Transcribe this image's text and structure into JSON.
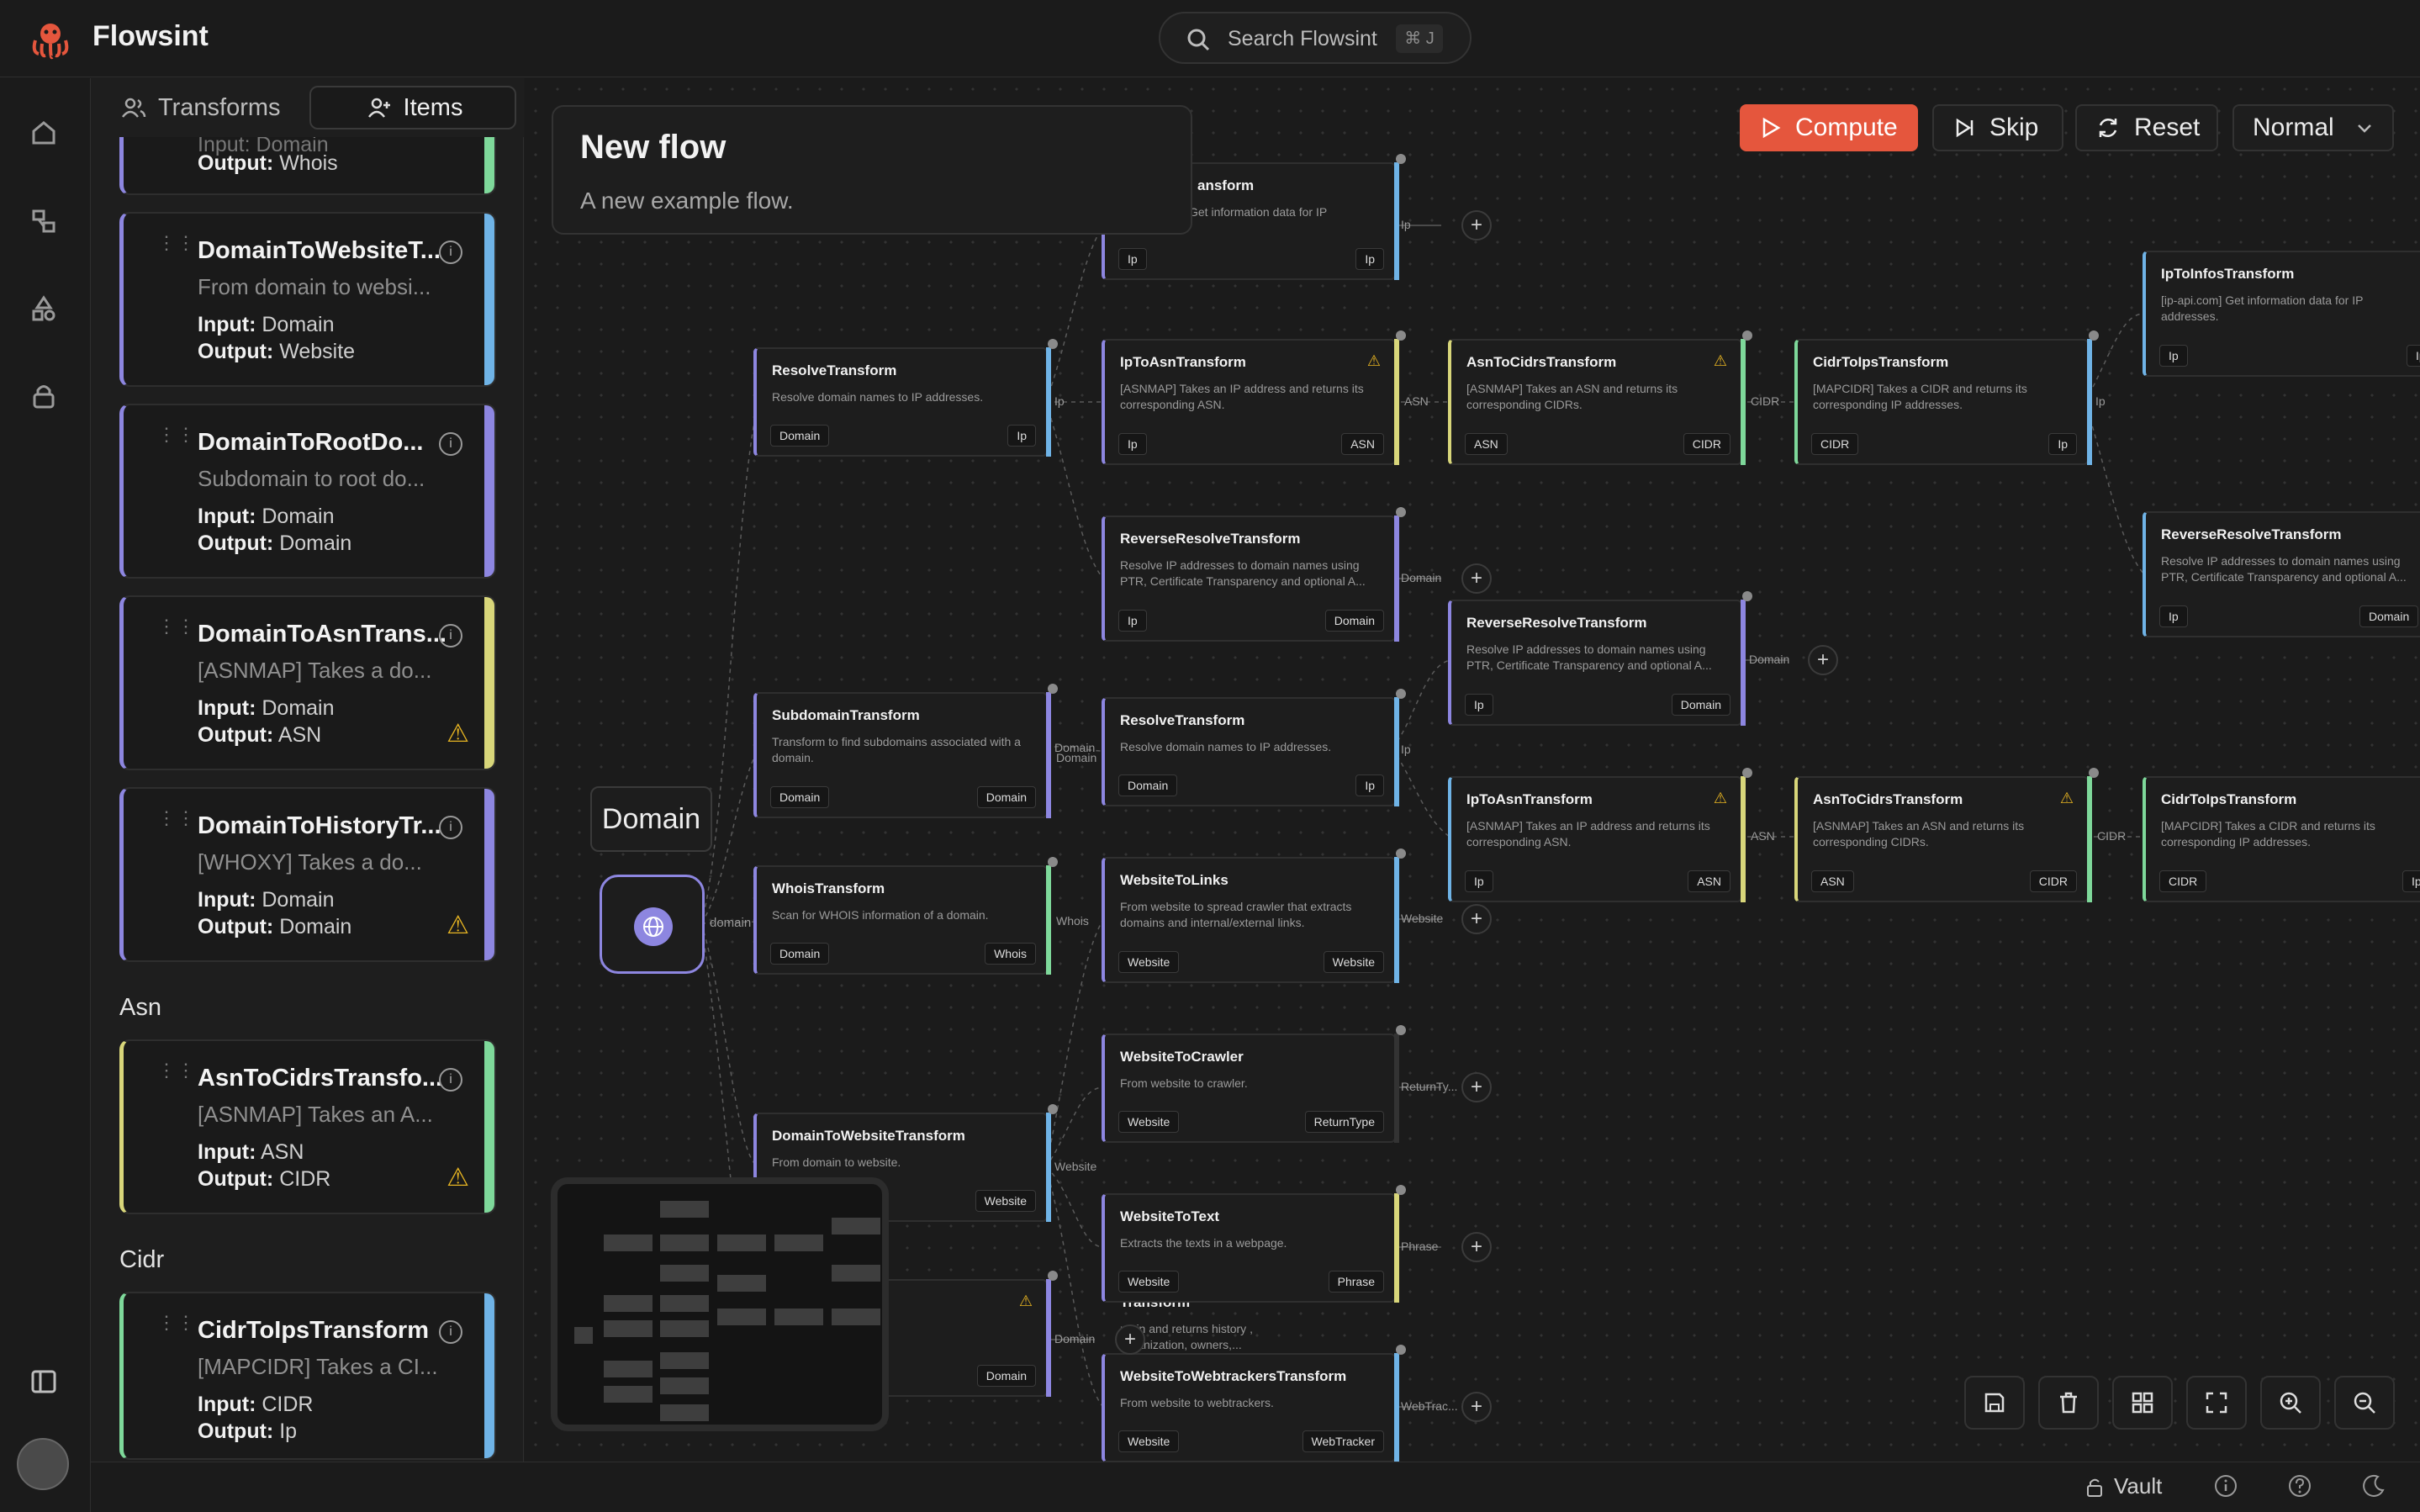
{
  "app": {
    "name": "Flowsint",
    "search_placeholder": "Search Flowsint",
    "shortcut": "⌘ J"
  },
  "sidebar": {
    "tabs": [
      {
        "label": "Transforms"
      },
      {
        "label": "Items"
      }
    ],
    "partial_card": {
      "input": "Input: Domain",
      "output_label": "Output:",
      "output": "Whois"
    },
    "cards": [
      {
        "title": "DomainToWebsiteT...",
        "desc": "From domain to websi...",
        "input": "Domain",
        "output": "Website",
        "warn": false
      },
      {
        "title": "DomainToRootDo...",
        "desc": "Subdomain to root do...",
        "input": "Domain",
        "output": "Domain",
        "warn": false
      },
      {
        "title": "DomainToAsnTrans...",
        "desc": "[ASNMAP] Takes a do...",
        "input": "Domain",
        "output": "ASN",
        "warn": true
      },
      {
        "title": "DomainToHistoryTr...",
        "desc": "[WHOXY] Takes a do...",
        "input": "Domain",
        "output": "Domain",
        "warn": true
      },
      {
        "title": "AsnToCidrsTransfo...",
        "desc": "[ASNMAP] Takes an A...",
        "input": "ASN",
        "output": "CIDR",
        "warn": true
      },
      {
        "title": "CidrToIpsTransform",
        "desc": "[MAPCIDR] Takes a CI...",
        "input": "CIDR",
        "output": "Ip",
        "warn": false
      }
    ],
    "sections": [
      "Asn",
      "Cidr"
    ],
    "input_label": "Input:",
    "output_label": "Output:"
  },
  "flow": {
    "title": "New flow",
    "description": "A new example flow."
  },
  "toolbar": {
    "compute": "Compute",
    "skip": "Skip",
    "reset": "Reset",
    "mode": "Normal"
  },
  "root_node": {
    "label": "Domain",
    "edge": "domain"
  },
  "nodes": [
    {
      "title": "ResolveTransform",
      "desc": "Resolve domain names to IP addresses.",
      "in": "Domain",
      "out": "Ip"
    },
    {
      "title": "SubdomainTransform",
      "desc": "Transform to find subdomains associated with a domain.",
      "in": "Domain",
      "out": "Domain"
    },
    {
      "title": "WhoisTransform",
      "desc": "Scan for WHOIS information of a domain.",
      "in": "Domain",
      "out": "Whois"
    },
    {
      "title": "DomainToWebsiteTransform",
      "desc": "From domain to website.",
      "in": "",
      "out": "Website"
    },
    {
      "title": "Transform",
      "desc": "main and returns history , organization, owners,...",
      "in": "",
      "out": "Domain"
    },
    {
      "title": "ansform",
      "desc": "Get information data for IP",
      "in": "Ip",
      "out": "Ip"
    },
    {
      "title": "IpToAsnTransform",
      "desc": "[ASNMAP] Takes an IP address and returns its corresponding ASN.",
      "in": "Ip",
      "out": "ASN"
    },
    {
      "title": "ReverseResolveTransform",
      "desc": "Resolve IP addresses to domain names using PTR, Certificate Transparency and optional A...",
      "in": "Ip",
      "out": "Domain"
    },
    {
      "title": "ResolveTransform",
      "desc": "Resolve domain names to IP addresses.",
      "in": "Domain",
      "out": "Ip"
    },
    {
      "title": "WebsiteToLinks",
      "desc": "From website to spread crawler that extracts domains and internal/external links.",
      "in": "Website",
      "out": "Website"
    },
    {
      "title": "WebsiteToCrawler",
      "desc": "From website to crawler.",
      "in": "Website",
      "out": "ReturnType"
    },
    {
      "title": "WebsiteToText",
      "desc": "Extracts the texts in a webpage.",
      "in": "Website",
      "out": "Phrase"
    },
    {
      "title": "WebsiteToWebtrackersTransform",
      "desc": "From website to webtrackers.",
      "in": "Website",
      "out": "WebTracker"
    },
    {
      "title": "AsnToCidrsTransform",
      "desc": "[ASNMAP] Takes an ASN and returns its corresponding CIDRs.",
      "in": "ASN",
      "out": "CIDR"
    },
    {
      "title": "ReverseResolveTransform",
      "desc": "Resolve IP addresses to domain names using PTR, Certificate Transparency and optional A...",
      "in": "Ip",
      "out": "Domain"
    },
    {
      "title": "IpToAsnTransform",
      "desc": "[ASNMAP] Takes an IP address and returns its corresponding ASN.",
      "in": "Ip",
      "out": "ASN"
    },
    {
      "title": "CidrToIpsTransform",
      "desc": "[MAPCIDR] Takes a CIDR and returns its corresponding IP addresses.",
      "in": "CIDR",
      "out": "Ip"
    },
    {
      "title": "AsnToCidrsTransform",
      "desc": "[ASNMAP] Takes an ASN and returns its corresponding CIDRs.",
      "in": "ASN",
      "out": "CIDR"
    },
    {
      "title": "IpToInfosTransform",
      "desc": "[ip-api.com] Get information data for IP addresses.",
      "in": "Ip",
      "out": "Ip"
    },
    {
      "title": "ReverseResolveTransform",
      "desc": "Resolve IP addresses to domain names using PTR, Certificate Transparency and optional A...",
      "in": "Ip",
      "out": "Domain"
    },
    {
      "title": "CidrToIpsTransform",
      "desc": "[MAPCIDR] Takes a CIDR and returns its corresponding IP addresses.",
      "in": "CIDR",
      "out": "Ip"
    }
  ],
  "edge_labels": [
    "Ip",
    "Ip",
    "ASN",
    "CIDR",
    "Ip",
    "Domain",
    "Domain",
    "Domain",
    "Ip",
    "ASN",
    "CIDR",
    "Whois",
    "Website",
    "ReturnTy...",
    "Phrase",
    "WebTrac...",
    "Website",
    "Domain",
    "Domain"
  ],
  "footer": {
    "vault": "Vault"
  },
  "colors": {
    "accent": "#e5563d",
    "domain": "#8d86e0",
    "ip": "#6fb3e6",
    "asn": "#d8d67a",
    "cidr": "#7ed89a",
    "warning": "#e6b422"
  }
}
